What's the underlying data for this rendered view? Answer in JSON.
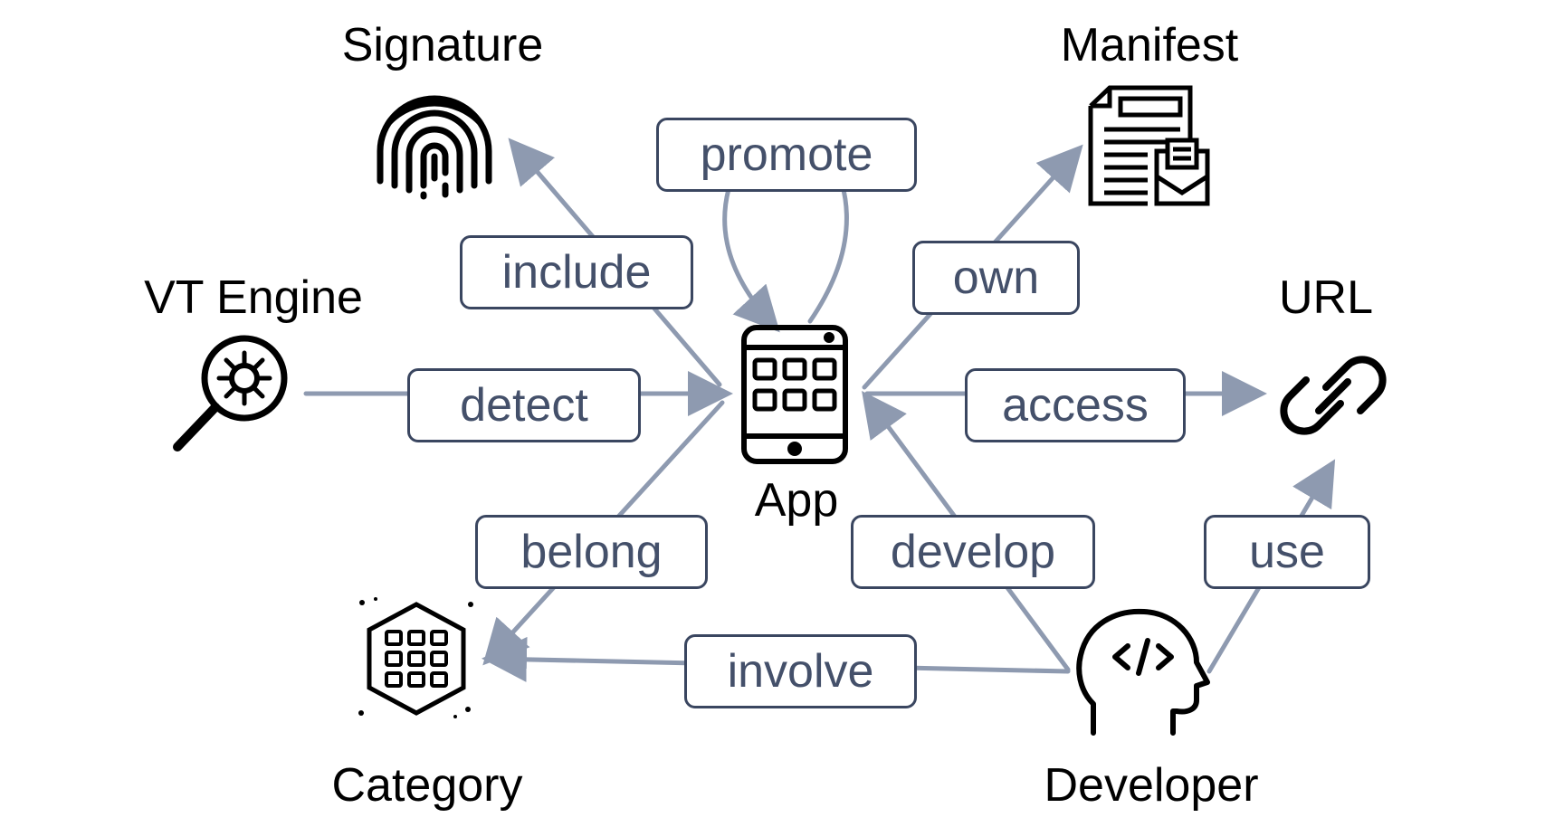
{
  "nodes": {
    "signature": "Signature",
    "manifest": "Manifest",
    "vt_engine": "VT Engine",
    "url": "URL",
    "app": "App",
    "category": "Category",
    "developer": "Developer"
  },
  "edges": {
    "promote": "promote",
    "include": "include",
    "own": "own",
    "detect": "detect",
    "access": "access",
    "belong": "belong",
    "develop": "develop",
    "use": "use",
    "involve": "involve"
  },
  "colors": {
    "edge_line": "#8e9ab0",
    "edge_box_border": "#3a4660",
    "edge_text": "#44506a",
    "node_text": "#000000"
  },
  "icons": {
    "signature": "fingerprint-icon",
    "manifest": "document-icon",
    "vt_engine": "virus-scan-icon",
    "url": "link-icon",
    "app": "tablet-icon",
    "category": "category-grid-icon",
    "developer": "developer-head-icon"
  }
}
